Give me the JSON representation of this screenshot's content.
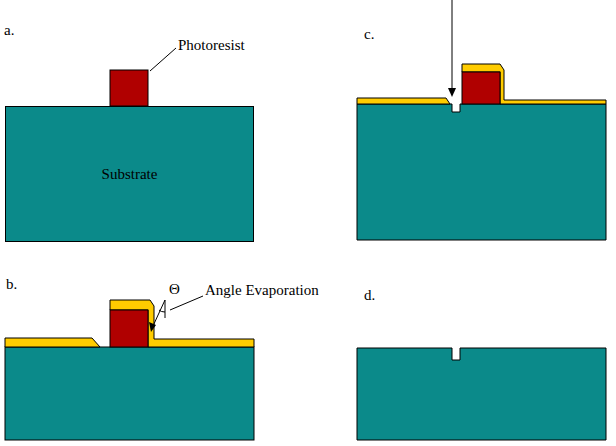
{
  "diagram": {
    "nodes": [
      {
        "text": [
          "Substrate"
        ]
      }
    ],
    "labels": [
      "a.",
      "Photoresist",
      "c.",
      "Θ",
      "Angle Evaporation",
      "b.",
      "d."
    ]
  }
}
